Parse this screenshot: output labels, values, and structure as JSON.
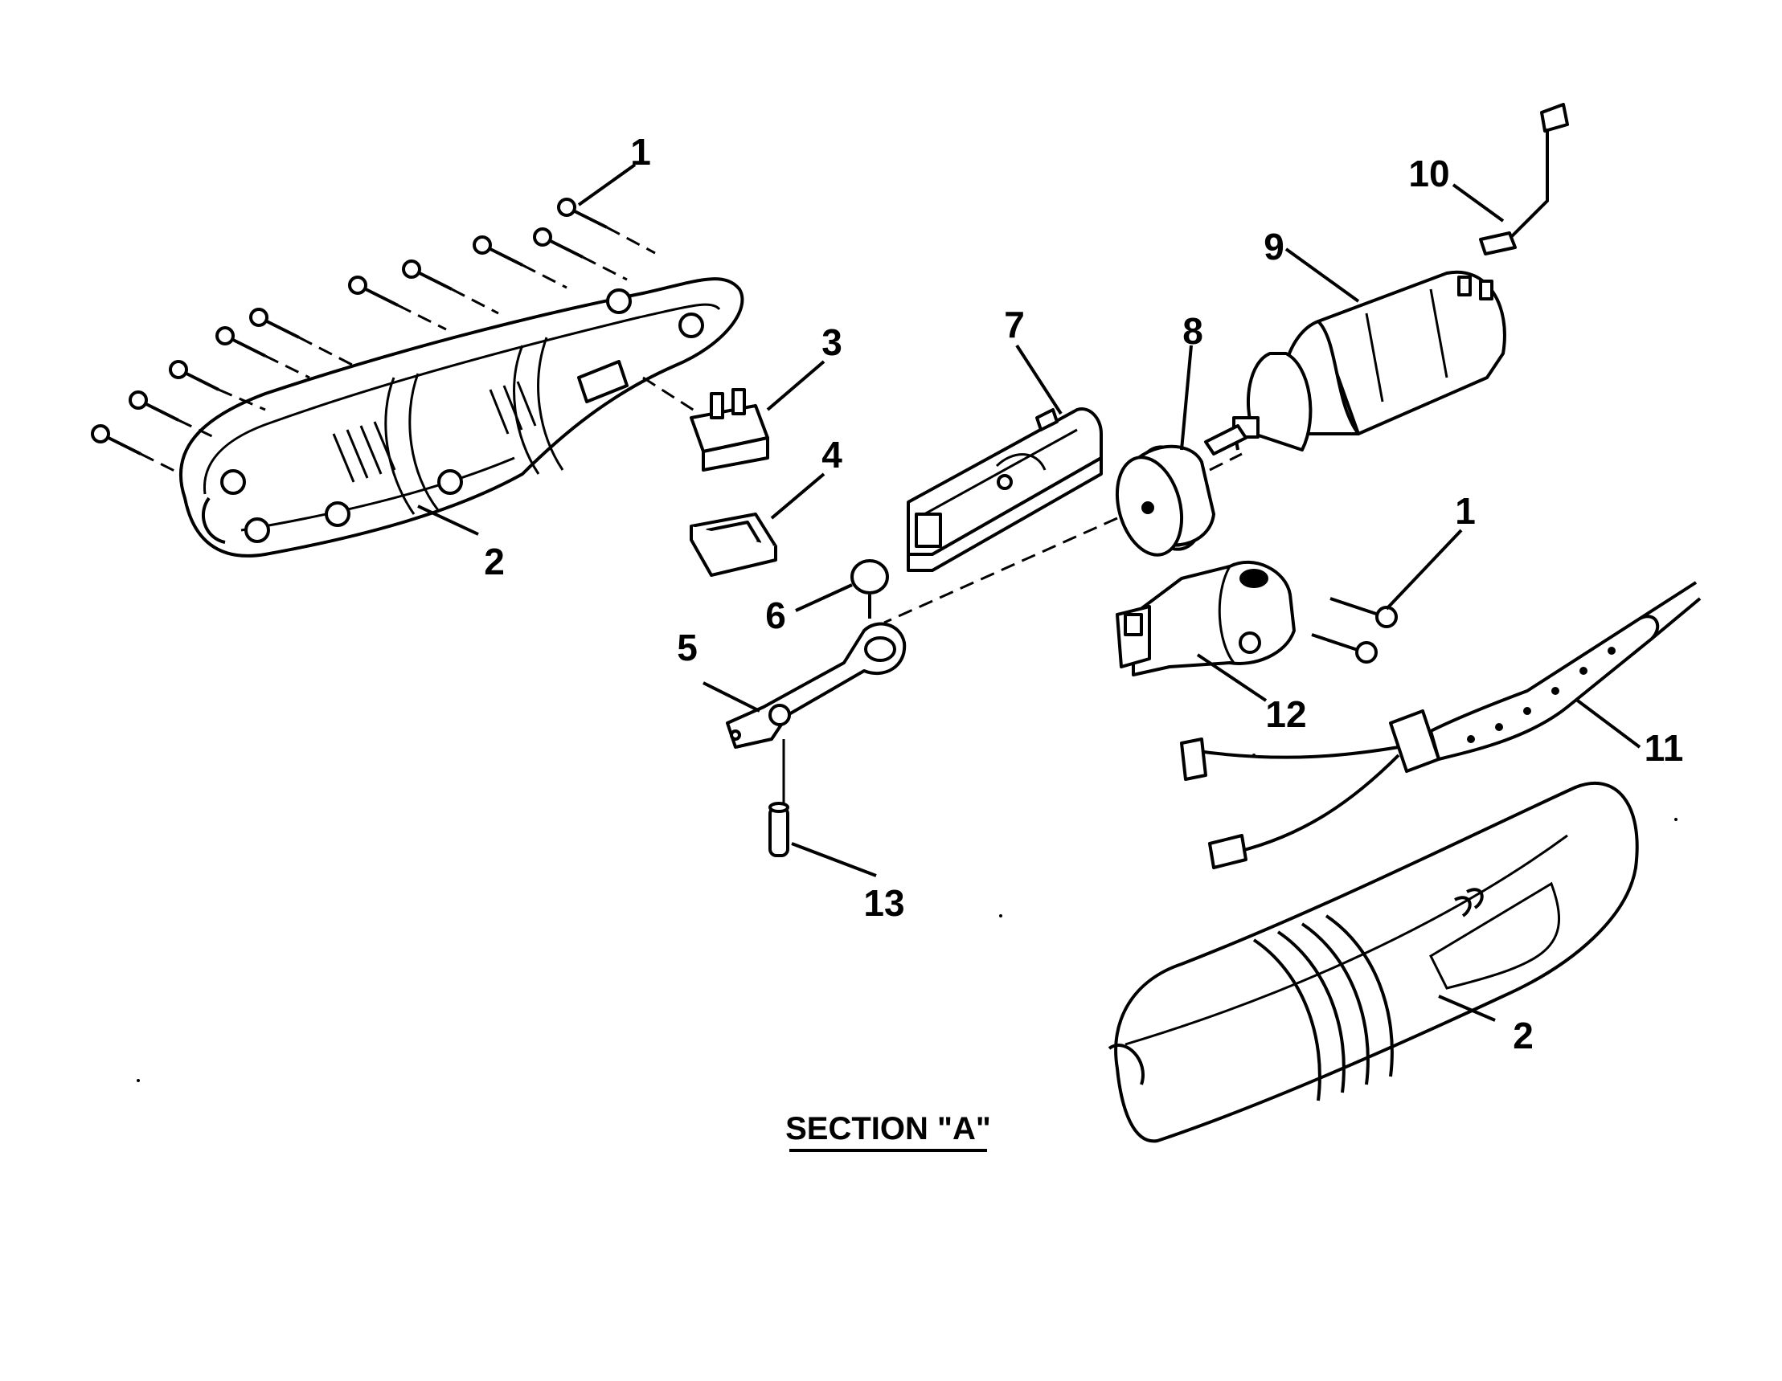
{
  "diagram": {
    "section_title": "SECTION \"A\"",
    "callouts": [
      {
        "id": "c1a",
        "text": "1"
      },
      {
        "id": "c10",
        "text": "10"
      },
      {
        "id": "c9",
        "text": "9"
      },
      {
        "id": "c3",
        "text": "3"
      },
      {
        "id": "c7",
        "text": "7"
      },
      {
        "id": "c8",
        "text": "8"
      },
      {
        "id": "c4",
        "text": "4"
      },
      {
        "id": "c2a",
        "text": "2"
      },
      {
        "id": "c1b",
        "text": "1"
      },
      {
        "id": "c6",
        "text": "6"
      },
      {
        "id": "c5",
        "text": "5"
      },
      {
        "id": "c12",
        "text": "12"
      },
      {
        "id": "c11",
        "text": "11"
      },
      {
        "id": "c13",
        "text": "13"
      },
      {
        "id": "c2b",
        "text": "2"
      }
    ]
  }
}
